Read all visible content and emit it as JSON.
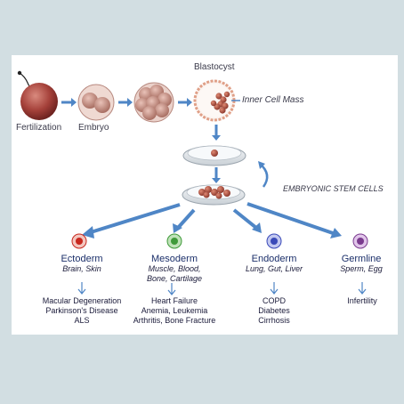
{
  "stages": {
    "fertilization": "Fertilization",
    "embryo": "Embryo",
    "blastocyst": "Blastocyst",
    "inner_cell_mass": "Inner Cell Mass",
    "esc": "EMBRYONIC STEM CELLS"
  },
  "germ_layers": [
    {
      "name": "Ectoderm",
      "tissues": [
        "Brain, Skin"
      ],
      "diseases": [
        "Macular Degeneration",
        "Parkinson's Disease",
        "ALS"
      ],
      "color": "#c8281e"
    },
    {
      "name": "Mesoderm",
      "tissues": [
        "Muscle, Blood,",
        "Bone, Cartilage"
      ],
      "diseases": [
        "Heart Failure",
        "Anemia, Leukemia",
        "Arthritis, Bone Fracture"
      ],
      "color": "#3f9a3a"
    },
    {
      "name": "Endoderm",
      "tissues": [
        "Lung, Gut, Liver"
      ],
      "diseases": [
        "COPD",
        "Diabetes",
        "Cirrhosis"
      ],
      "color": "#3a4ab8"
    },
    {
      "name": "Germline",
      "tissues": [
        "Sperm, Egg"
      ],
      "diseases": [
        "Infertility"
      ],
      "color": "#7a3a8e"
    }
  ],
  "colors": {
    "background": "#d2dee2",
    "panel": "#ffffff",
    "arrow": "#4f86c6",
    "cell": "#b45a4a"
  }
}
